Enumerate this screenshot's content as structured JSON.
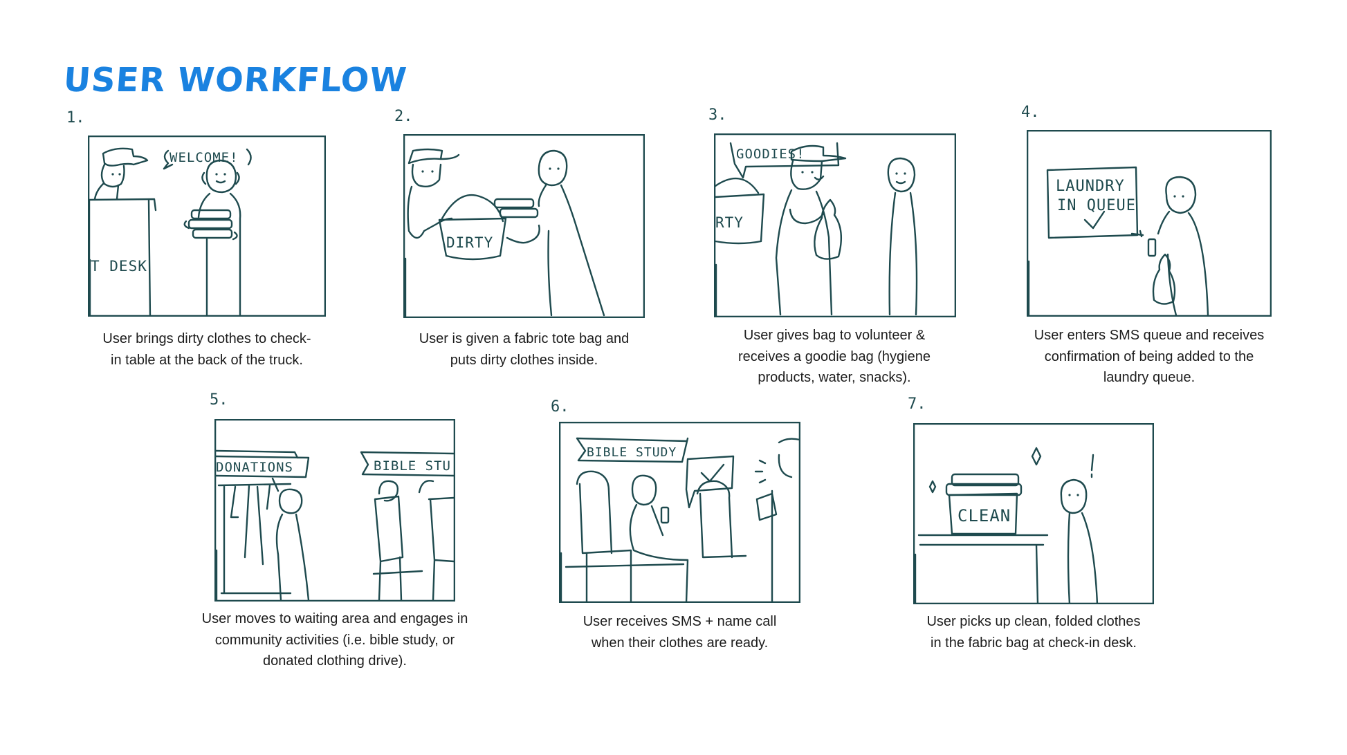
{
  "title": "USER WORKFLOW",
  "steps": [
    {
      "number": "1.",
      "caption_lines": [
        "User brings dirty clothes to check-",
        "in table at the back of the truck."
      ],
      "sketch_text": [
        "WELCOME!",
        "T DESK"
      ]
    },
    {
      "number": "2.",
      "caption_lines": [
        "User is given a fabric tote bag and",
        "puts dirty clothes inside."
      ],
      "sketch_text": [
        "DIRTY"
      ]
    },
    {
      "number": "3.",
      "caption_lines": [
        "User gives bag to volunteer &",
        "receives a goodie bag (hygiene",
        "products, water, snacks)."
      ],
      "sketch_text": [
        "GOODIES!",
        "RTY"
      ]
    },
    {
      "number": "4.",
      "caption_lines": [
        "User enters SMS queue and receives",
        "confirmation of being added to the",
        "laundry queue."
      ],
      "sketch_text": [
        "LAUNDRY",
        "IN QUEUE"
      ]
    },
    {
      "number": "5.",
      "caption_lines": [
        "User moves to waiting area and engages in",
        "community activities (i.e. bible study, or",
        "donated clothing drive)."
      ],
      "sketch_text": [
        "DONATIONS",
        "BIBLE STU"
      ]
    },
    {
      "number": "6.",
      "caption_lines": [
        "User receives SMS + name call",
        "when their clothes are ready."
      ],
      "sketch_text": [
        "BIBLE STUDY"
      ]
    },
    {
      "number": "7.",
      "caption_lines": [
        "User picks up clean, folded clothes",
        "in the fabric bag at check-in desk."
      ],
      "sketch_text": [
        "CLEAN"
      ]
    }
  ]
}
